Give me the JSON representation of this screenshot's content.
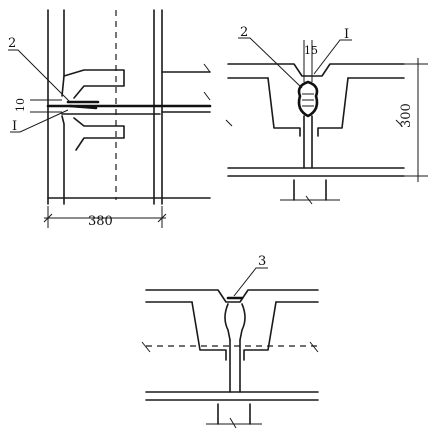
{
  "detail_left": {
    "labels": {
      "callout_2": "2",
      "callout_1": "I"
    },
    "dimensions": {
      "gap": "10",
      "width": "380"
    }
  },
  "detail_right": {
    "labels": {
      "callout_2": "2",
      "callout_1": "I"
    },
    "dimensions": {
      "top": "15",
      "height": "300"
    }
  },
  "detail_bottom": {
    "labels": {
      "callout_3": "3"
    }
  }
}
